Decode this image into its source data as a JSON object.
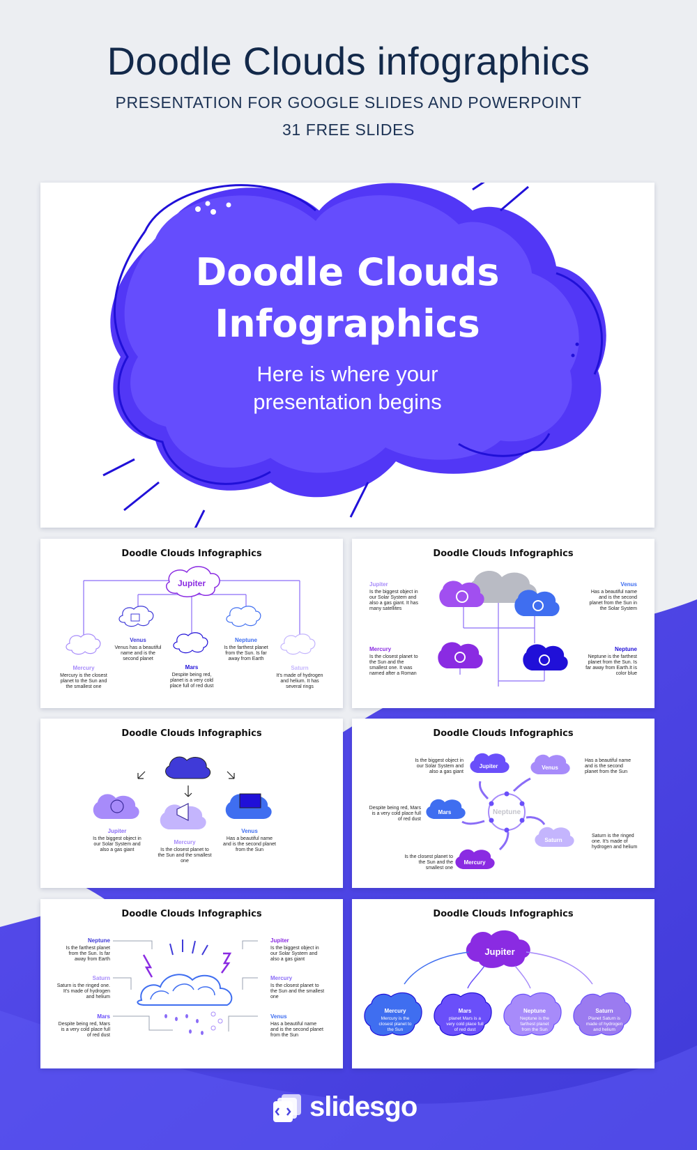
{
  "header": {
    "title": "Doodle Clouds infographics",
    "subtitle": "PRESENTATION FOR GOOGLE SLIDES AND POWERPOINT",
    "count": "31 FREE SLIDES"
  },
  "hero": {
    "title_line1": "Doodle Clouds",
    "title_line2": "Infographics",
    "tagline_line1": "Here is where your",
    "tagline_line2": "presentation begins"
  },
  "slide_title": "Doodle Clouds Infographics",
  "slide1": {
    "center": "Jupiter",
    "items": [
      {
        "name": "Mercury",
        "l1": "Mercury is the closest",
        "l2": "planet to the Sun and",
        "l3": "the smallest one"
      },
      {
        "name": "Venus",
        "l1": "Venus has a beautiful",
        "l2": "name and is the",
        "l3": "second planet"
      },
      {
        "name": "Mars",
        "l1": "Despite being red,",
        "l2": "planet is a very cold",
        "l3": "place full of red dust"
      },
      {
        "name": "Neptune",
        "l1": "Is the farthest planet",
        "l2": "from the Sun. Is far",
        "l3": "away from Earth"
      },
      {
        "name": "Saturn",
        "l1": "It's made of hydrogen",
        "l2": "and helium. It has",
        "l3": "several rings"
      }
    ]
  },
  "slide2": {
    "items": [
      {
        "name": "Jupiter",
        "lines": [
          "Is the biggest object in",
          "our Solar System and",
          "also a gas giant. It has",
          "many satellites"
        ]
      },
      {
        "name": "Venus",
        "lines": [
          "Has a beautiful name",
          "and is the second",
          "planet from the Sun in",
          "the Solar System"
        ]
      },
      {
        "name": "Mercury",
        "lines": [
          "Is the closest planet to",
          "the Sun and the",
          "smallest one. It was",
          "named after a Roman"
        ]
      },
      {
        "name": "Neptune",
        "lines": [
          "Neptune is the farthest",
          "planet from the Sun. Is",
          "far away from Earth.It is",
          "color blue"
        ]
      }
    ]
  },
  "slide3": {
    "items": [
      {
        "name": "Jupiter",
        "lines": [
          "Is the biggest object in",
          "our Solar System and",
          "also a gas giant"
        ]
      },
      {
        "name": "Mercury",
        "lines": [
          "Is the closest planet to",
          "the Sun and the smallest",
          "one"
        ]
      },
      {
        "name": "Venus",
        "lines": [
          "Has a beautiful name",
          "and is the second planet",
          "from the Sun"
        ]
      }
    ]
  },
  "slide4": {
    "center": "Neptune",
    "clouds": [
      "Jupiter",
      "Venus",
      "Mars",
      "Saturn",
      "Mercury"
    ],
    "texts": [
      [
        "Is the biggest object in",
        "our Solar System and",
        "also a gas giant"
      ],
      [
        "Has a beautiful name",
        "and is the second",
        "planet from the Sun"
      ],
      [
        "Despite being red, Mars",
        "is a very cold place full",
        "of red dust"
      ],
      [
        "Saturn is the ringed",
        "one. It's made of",
        "hydrogen and helium"
      ],
      [
        "Is the closest planet to",
        "the Sun and the",
        "smallest one"
      ]
    ]
  },
  "slide5": {
    "items": [
      {
        "name": "Neptune",
        "lines": [
          "Is the farthest planet",
          "from the Sun. Is far",
          "away from Earth"
        ]
      },
      {
        "name": "Saturn",
        "lines": [
          "Saturn is the ringed one.",
          "It's made of hydrogen",
          "and helium"
        ]
      },
      {
        "name": "Mars",
        "lines": [
          "Despite being red, Mars",
          "is a very cold place full",
          "of red dust"
        ]
      },
      {
        "name": "Jupiter",
        "lines": [
          "Is the biggest object in",
          "our Solar System and",
          "also a gas giant"
        ]
      },
      {
        "name": "Mercury",
        "lines": [
          "Is the closest planet to",
          "the Sun and the smallest",
          "one"
        ]
      },
      {
        "name": "Venus",
        "lines": [
          "Has a beautiful name",
          "and is the second planet",
          "from the Sun"
        ]
      }
    ]
  },
  "slide6": {
    "center": "Jupiter",
    "items": [
      {
        "name": "Mercury",
        "lines": [
          "Mercury is the",
          "closest planet to",
          "the Sun"
        ]
      },
      {
        "name": "Mars",
        "lines": [
          "planet Mars is a",
          "very cold place full",
          "of red dust"
        ]
      },
      {
        "name": "Neptune",
        "lines": [
          "Neptune is the",
          "farthest planet",
          "from the Sun"
        ]
      },
      {
        "name": "Saturn",
        "lines": [
          "Planet Saturn is",
          "made of hydrogen",
          "and helium"
        ]
      }
    ]
  },
  "brand": {
    "name": "slidesgo"
  },
  "colors": {
    "accent": "#6a4ffa",
    "deep": "#1f0fd1",
    "violet": "#8a2be2",
    "lilac": "#a78bfa",
    "blue": "#3f6ef0",
    "navy": "#13294a"
  }
}
